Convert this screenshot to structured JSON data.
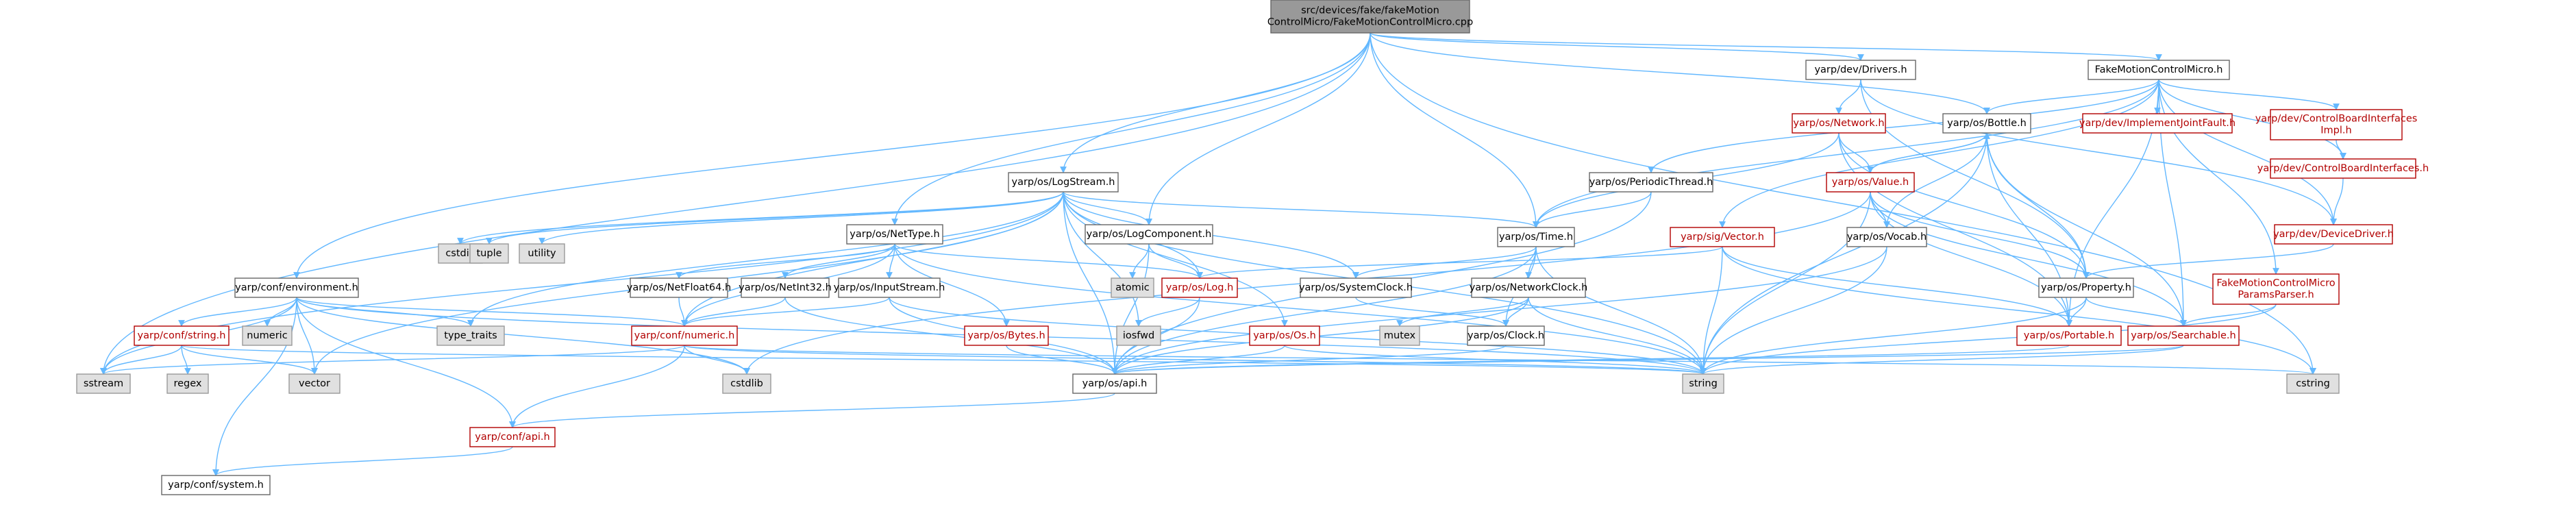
{
  "graph": {
    "root": "src/devices/fake/fakeMotion ControlMicro/FakeMotionControlMicro.cpp",
    "nodes": [
      {
        "id": "root",
        "label": [
          "src/devices/fake/fakeMotion",
          "ControlMicro/FakeMotionControlMicro.cpp"
        ],
        "kind": "root"
      },
      {
        "id": "drivers",
        "label": [
          "yarp/dev/Drivers.h"
        ],
        "kind": "white"
      },
      {
        "id": "fmcm",
        "label": [
          "FakeMotionControlMicro.h"
        ],
        "kind": "white"
      },
      {
        "id": "network",
        "label": [
          "yarp/os/Network.h"
        ],
        "kind": "red"
      },
      {
        "id": "bottle",
        "label": [
          "yarp/os/Bottle.h"
        ],
        "kind": "white"
      },
      {
        "id": "implJoint",
        "label": [
          "yarp/dev/ImplementJointFault.h"
        ],
        "kind": "red"
      },
      {
        "id": "cbiImpl",
        "label": [
          "yarp/dev/ControlBoardInterfaces",
          "Impl.h"
        ],
        "kind": "red"
      },
      {
        "id": "cbi",
        "label": [
          "yarp/dev/ControlBoardInterfaces.h"
        ],
        "kind": "red"
      },
      {
        "id": "logstream",
        "label": [
          "yarp/os/LogStream.h"
        ],
        "kind": "white"
      },
      {
        "id": "periodic",
        "label": [
          "yarp/os/PeriodicThread.h"
        ],
        "kind": "white"
      },
      {
        "id": "value",
        "label": [
          "yarp/os/Value.h"
        ],
        "kind": "red"
      },
      {
        "id": "time",
        "label": [
          "yarp/os/Time.h"
        ],
        "kind": "white"
      },
      {
        "id": "vocab",
        "label": [
          "yarp/os/Vocab.h"
        ],
        "kind": "white"
      },
      {
        "id": "devdriver",
        "label": [
          "yarp/dev/DeviceDriver.h"
        ],
        "kind": "red"
      },
      {
        "id": "sigvector",
        "label": [
          "yarp/sig/Vector.h"
        ],
        "kind": "red"
      },
      {
        "id": "nettype",
        "label": [
          "yarp/os/NetType.h"
        ],
        "kind": "white"
      },
      {
        "id": "logcomp",
        "label": [
          "yarp/os/LogComponent.h"
        ],
        "kind": "white"
      },
      {
        "id": "cstdio",
        "label": [
          "cstdio"
        ],
        "kind": "gray"
      },
      {
        "id": "tuple",
        "label": [
          "tuple"
        ],
        "kind": "gray"
      },
      {
        "id": "utility",
        "label": [
          "utility"
        ],
        "kind": "gray"
      },
      {
        "id": "environment",
        "label": [
          "yarp/conf/environment.h"
        ],
        "kind": "white"
      },
      {
        "id": "netfloat",
        "label": [
          "yarp/os/NetFloat64.h"
        ],
        "kind": "white"
      },
      {
        "id": "netint",
        "label": [
          "yarp/os/NetInt32.h"
        ],
        "kind": "white"
      },
      {
        "id": "inputstream",
        "label": [
          "yarp/os/InputStream.h"
        ],
        "kind": "white"
      },
      {
        "id": "atomic",
        "label": [
          "atomic"
        ],
        "kind": "gray"
      },
      {
        "id": "log",
        "label": [
          "yarp/os/Log.h"
        ],
        "kind": "red"
      },
      {
        "id": "sysclock",
        "label": [
          "yarp/os/SystemClock.h"
        ],
        "kind": "white"
      },
      {
        "id": "netclock",
        "label": [
          "yarp/os/NetworkClock.h"
        ],
        "kind": "white"
      },
      {
        "id": "property",
        "label": [
          "yarp/os/Property.h"
        ],
        "kind": "white"
      },
      {
        "id": "params",
        "label": [
          "FakeMotionControlMicro",
          "ParamsParser.h"
        ],
        "kind": "red"
      },
      {
        "id": "confstring",
        "label": [
          "yarp/conf/string.h"
        ],
        "kind": "red"
      },
      {
        "id": "numeric",
        "label": [
          "numeric"
        ],
        "kind": "gray"
      },
      {
        "id": "typetraits",
        "label": [
          "type_traits"
        ],
        "kind": "gray"
      },
      {
        "id": "confnumeric",
        "label": [
          "yarp/conf/numeric.h"
        ],
        "kind": "red"
      },
      {
        "id": "bytes",
        "label": [
          "yarp/os/Bytes.h"
        ],
        "kind": "red"
      },
      {
        "id": "iosfwd",
        "label": [
          "iosfwd"
        ],
        "kind": "gray"
      },
      {
        "id": "mutex",
        "label": [
          "mutex"
        ],
        "kind": "gray"
      },
      {
        "id": "osos",
        "label": [
          "yarp/os/Os.h"
        ],
        "kind": "red"
      },
      {
        "id": "clock",
        "label": [
          "yarp/os/Clock.h"
        ],
        "kind": "white"
      },
      {
        "id": "portable",
        "label": [
          "yarp/os/Portable.h"
        ],
        "kind": "red"
      },
      {
        "id": "searchable",
        "label": [
          "yarp/os/Searchable.h"
        ],
        "kind": "red"
      },
      {
        "id": "sstream",
        "label": [
          "sstream"
        ],
        "kind": "gray"
      },
      {
        "id": "regex",
        "label": [
          "regex"
        ],
        "kind": "gray"
      },
      {
        "id": "vector",
        "label": [
          "vector"
        ],
        "kind": "gray"
      },
      {
        "id": "cstdlib",
        "label": [
          "cstdlib"
        ],
        "kind": "gray"
      },
      {
        "id": "osapi",
        "label": [
          "yarp/os/api.h"
        ],
        "kind": "white"
      },
      {
        "id": "string",
        "label": [
          "string"
        ],
        "kind": "gray"
      },
      {
        "id": "cstring",
        "label": [
          "cstring"
        ],
        "kind": "gray"
      },
      {
        "id": "confapi",
        "label": [
          "yarp/conf/api.h"
        ],
        "kind": "red"
      },
      {
        "id": "confsystem",
        "label": [
          "yarp/conf/system.h"
        ],
        "kind": "white"
      }
    ],
    "edges": [
      [
        "root",
        "drivers"
      ],
      [
        "root",
        "fmcm"
      ],
      [
        "root",
        "bottle"
      ],
      [
        "root",
        "logstream"
      ],
      [
        "root",
        "logcomp"
      ],
      [
        "root",
        "nettype"
      ],
      [
        "root",
        "time"
      ],
      [
        "root",
        "environment"
      ],
      [
        "root",
        "sstream"
      ],
      [
        "root",
        "cstring"
      ],
      [
        "drivers",
        "network"
      ],
      [
        "drivers",
        "property"
      ],
      [
        "drivers",
        "devdriver"
      ],
      [
        "fmcm",
        "bottle"
      ],
      [
        "fmcm",
        "implJoint"
      ],
      [
        "fmcm",
        "cbiImpl"
      ],
      [
        "fmcm",
        "cbi"
      ],
      [
        "fmcm",
        "periodic"
      ],
      [
        "fmcm",
        "time"
      ],
      [
        "fmcm",
        "sigvector"
      ],
      [
        "fmcm",
        "devdriver"
      ],
      [
        "fmcm",
        "params"
      ],
      [
        "fmcm",
        "portable"
      ],
      [
        "fmcm",
        "searchable"
      ],
      [
        "cbiImpl",
        "cbi"
      ],
      [
        "cbi",
        "devdriver"
      ],
      [
        "devdriver",
        "property"
      ],
      [
        "network",
        "value"
      ],
      [
        "network",
        "time"
      ],
      [
        "network",
        "portable"
      ],
      [
        "network",
        "property"
      ],
      [
        "bottle",
        "value"
      ],
      [
        "bottle",
        "vocab"
      ],
      [
        "bottle",
        "property"
      ],
      [
        "bottle",
        "portable"
      ],
      [
        "bottle",
        "searchable"
      ],
      [
        "bottle",
        "string"
      ],
      [
        "value",
        "bottle"
      ],
      [
        "value",
        "vocab"
      ],
      [
        "value",
        "portable"
      ],
      [
        "value",
        "searchable"
      ],
      [
        "value",
        "property"
      ],
      [
        "value",
        "cstdlib"
      ],
      [
        "value",
        "string"
      ],
      [
        "vocab",
        "osapi"
      ],
      [
        "vocab",
        "string"
      ],
      [
        "periodic",
        "time"
      ],
      [
        "periodic",
        "osapi"
      ],
      [
        "time",
        "sysclock"
      ],
      [
        "time",
        "netclock"
      ],
      [
        "time",
        "clock"
      ],
      [
        "time",
        "osapi"
      ],
      [
        "time",
        "string"
      ],
      [
        "sigvector",
        "portable"
      ],
      [
        "sigvector",
        "log"
      ],
      [
        "sigvector",
        "string"
      ],
      [
        "sigvector",
        "cstring"
      ],
      [
        "logstream",
        "cstdio"
      ],
      [
        "logstream",
        "tuple"
      ],
      [
        "logstream",
        "utility"
      ],
      [
        "logstream",
        "typetraits"
      ],
      [
        "logstream",
        "sstream"
      ],
      [
        "logstream",
        "vector"
      ],
      [
        "logstream",
        "log"
      ],
      [
        "logstream",
        "logcomp"
      ],
      [
        "logstream",
        "time"
      ],
      [
        "logstream",
        "sysclock"
      ],
      [
        "logstream",
        "osos"
      ],
      [
        "logstream",
        "iosfwd"
      ],
      [
        "logstream",
        "osapi"
      ],
      [
        "logstream",
        "string"
      ],
      [
        "logstream",
        "confnumeric"
      ],
      [
        "logcomp",
        "log"
      ],
      [
        "logcomp",
        "atomic"
      ],
      [
        "logcomp",
        "osapi"
      ],
      [
        "nettype",
        "netint"
      ],
      [
        "nettype",
        "netfloat"
      ],
      [
        "nettype",
        "inputstream"
      ],
      [
        "nettype",
        "bytes"
      ],
      [
        "nettype",
        "log"
      ],
      [
        "nettype",
        "confnumeric"
      ],
      [
        "nettype",
        "string"
      ],
      [
        "netfloat",
        "confnumeric"
      ],
      [
        "netint",
        "confnumeric"
      ],
      [
        "netint",
        "osapi"
      ],
      [
        "inputstream",
        "confnumeric"
      ],
      [
        "inputstream",
        "osapi"
      ],
      [
        "inputstream",
        "string"
      ],
      [
        "log",
        "iosfwd"
      ],
      [
        "log",
        "osapi"
      ],
      [
        "bytes",
        "osapi"
      ],
      [
        "osos",
        "osapi"
      ],
      [
        "osos",
        "string"
      ],
      [
        "sysclock",
        "clock"
      ],
      [
        "netclock",
        "clock"
      ],
      [
        "netclock",
        "mutex"
      ],
      [
        "netclock",
        "osapi"
      ],
      [
        "netclock",
        "string"
      ],
      [
        "clock",
        "osapi"
      ],
      [
        "property",
        "portable"
      ],
      [
        "property",
        "searchable"
      ],
      [
        "property",
        "string"
      ],
      [
        "params",
        "searchable"
      ],
      [
        "params",
        "string"
      ],
      [
        "portable",
        "osapi"
      ],
      [
        "searchable",
        "osapi"
      ],
      [
        "searchable",
        "string"
      ],
      [
        "environment",
        "confstring"
      ],
      [
        "environment",
        "numeric"
      ],
      [
        "environment",
        "typetraits"
      ],
      [
        "environment",
        "confnumeric"
      ],
      [
        "environment",
        "sstream"
      ],
      [
        "environment",
        "vector"
      ],
      [
        "environment",
        "cstdlib"
      ],
      [
        "environment",
        "string"
      ],
      [
        "environment",
        "confsystem"
      ],
      [
        "environment",
        "confapi"
      ],
      [
        "confstring",
        "sstream"
      ],
      [
        "confstring",
        "regex"
      ],
      [
        "confstring",
        "vector"
      ],
      [
        "confstring",
        "string"
      ],
      [
        "confnumeric",
        "sstream"
      ],
      [
        "confnumeric",
        "cstdlib"
      ],
      [
        "confnumeric",
        "confapi"
      ],
      [
        "confnumeric",
        "string"
      ],
      [
        "confnumeric",
        "cstring"
      ],
      [
        "osapi",
        "confapi"
      ],
      [
        "confapi",
        "confsystem"
      ]
    ]
  }
}
